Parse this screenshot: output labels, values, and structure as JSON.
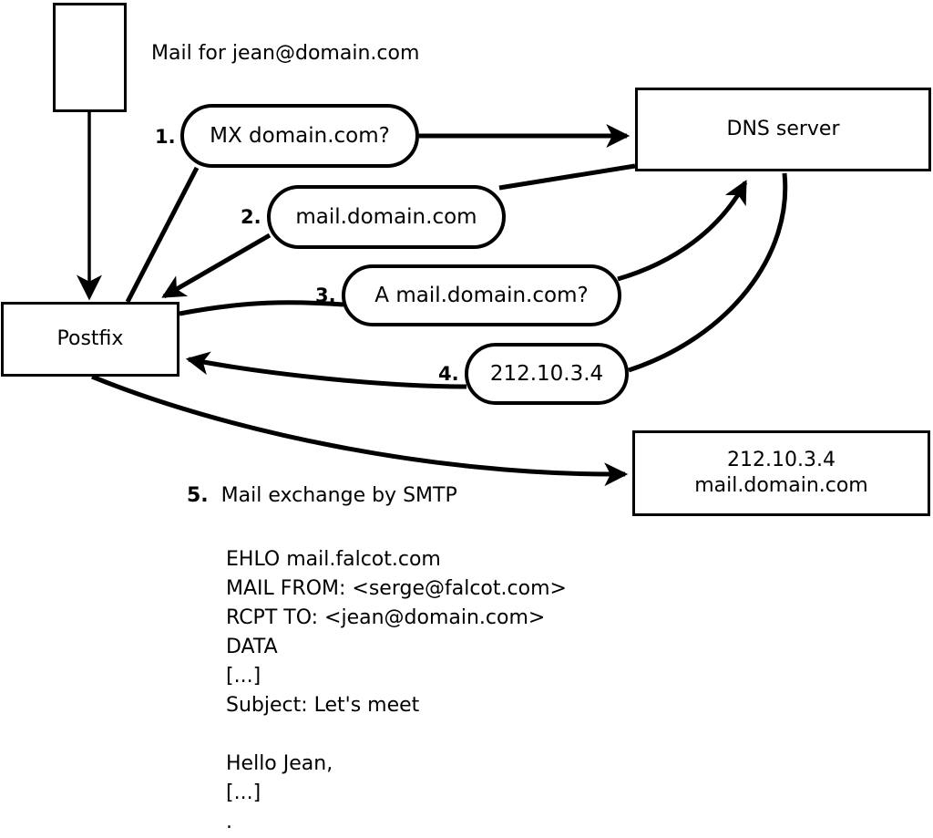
{
  "diagram": {
    "title_note": "Mail for jean@domain.com",
    "nodes": {
      "source_box": {
        "label": ""
      },
      "postfix": {
        "label": "Postfix"
      },
      "dns_server": {
        "label": "DNS server"
      },
      "mail_server": {
        "label": "212.10.3.4\nmail.domain.com"
      }
    },
    "steps": [
      {
        "num": "1.",
        "text": "MX domain.com?"
      },
      {
        "num": "2.",
        "text": "mail.domain.com"
      },
      {
        "num": "3.",
        "text": "A mail.domain.com?"
      },
      {
        "num": "4.",
        "text": "212.10.3.4"
      }
    ],
    "smtp_step": {
      "num": "5.",
      "text": "Mail exchange by SMTP"
    },
    "transcript": "EHLO mail.falcot.com\nMAIL FROM: <serge@falcot.com>\nRCPT TO: <jean@domain.com>\nDATA\n[...]\nSubject: Let's meet\n\nHello Jean,\n[...]\n.",
    "colors": {
      "stroke": "#000000",
      "background": "#ffffff",
      "text": "#000000"
    }
  }
}
